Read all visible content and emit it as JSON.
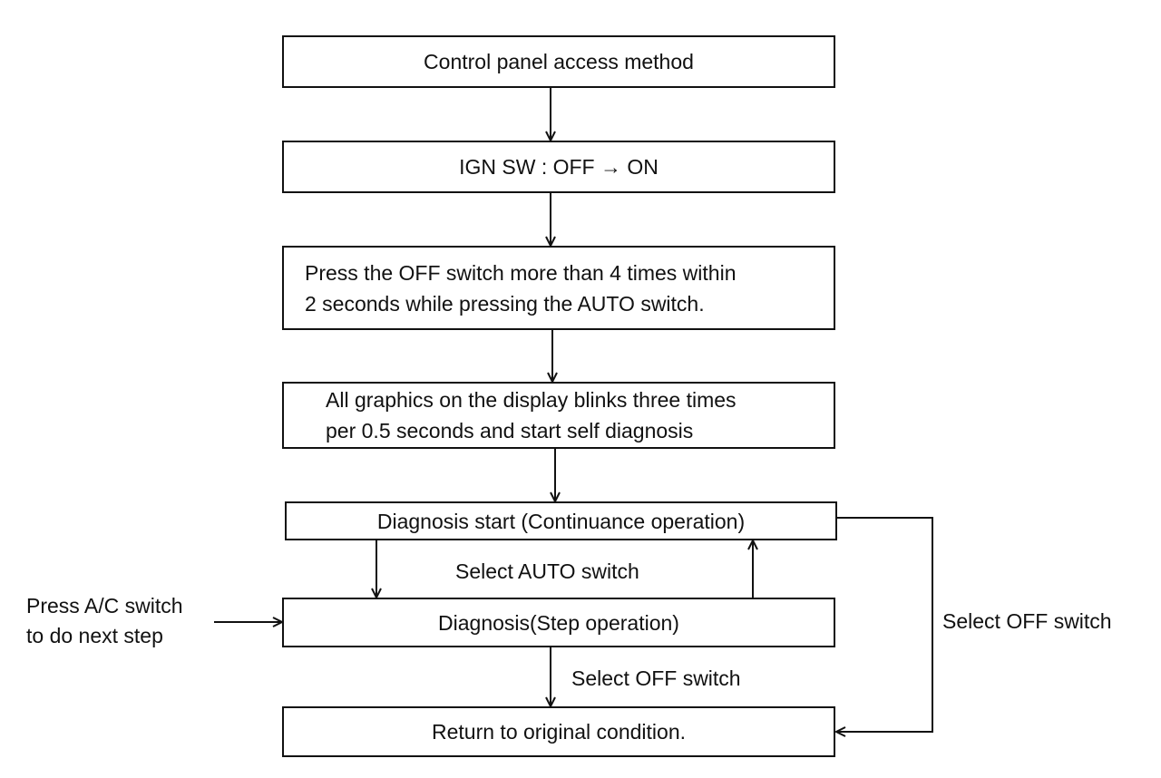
{
  "flowchart": {
    "steps": {
      "access_method": "Control panel access method",
      "ign_sw": "IGN SW : OFF → ON",
      "press_off": "Press the OFF switch more than 4 times within\n2 seconds while pressing the AUTO switch.",
      "blink": "All graphics on the display blinks three times\nper 0.5 seconds and start self diagnosis",
      "diag_start": "Diagnosis start (Continuance operation)",
      "diag_step": "Diagnosis(Step operation)",
      "return": "Return to original condition."
    },
    "labels": {
      "select_auto": "Select AUTO switch",
      "select_off_right": "Select OFF switch",
      "select_off_bottom": "Select OFF switch",
      "press_ac": "Press A/C switch\nto do next step"
    }
  }
}
